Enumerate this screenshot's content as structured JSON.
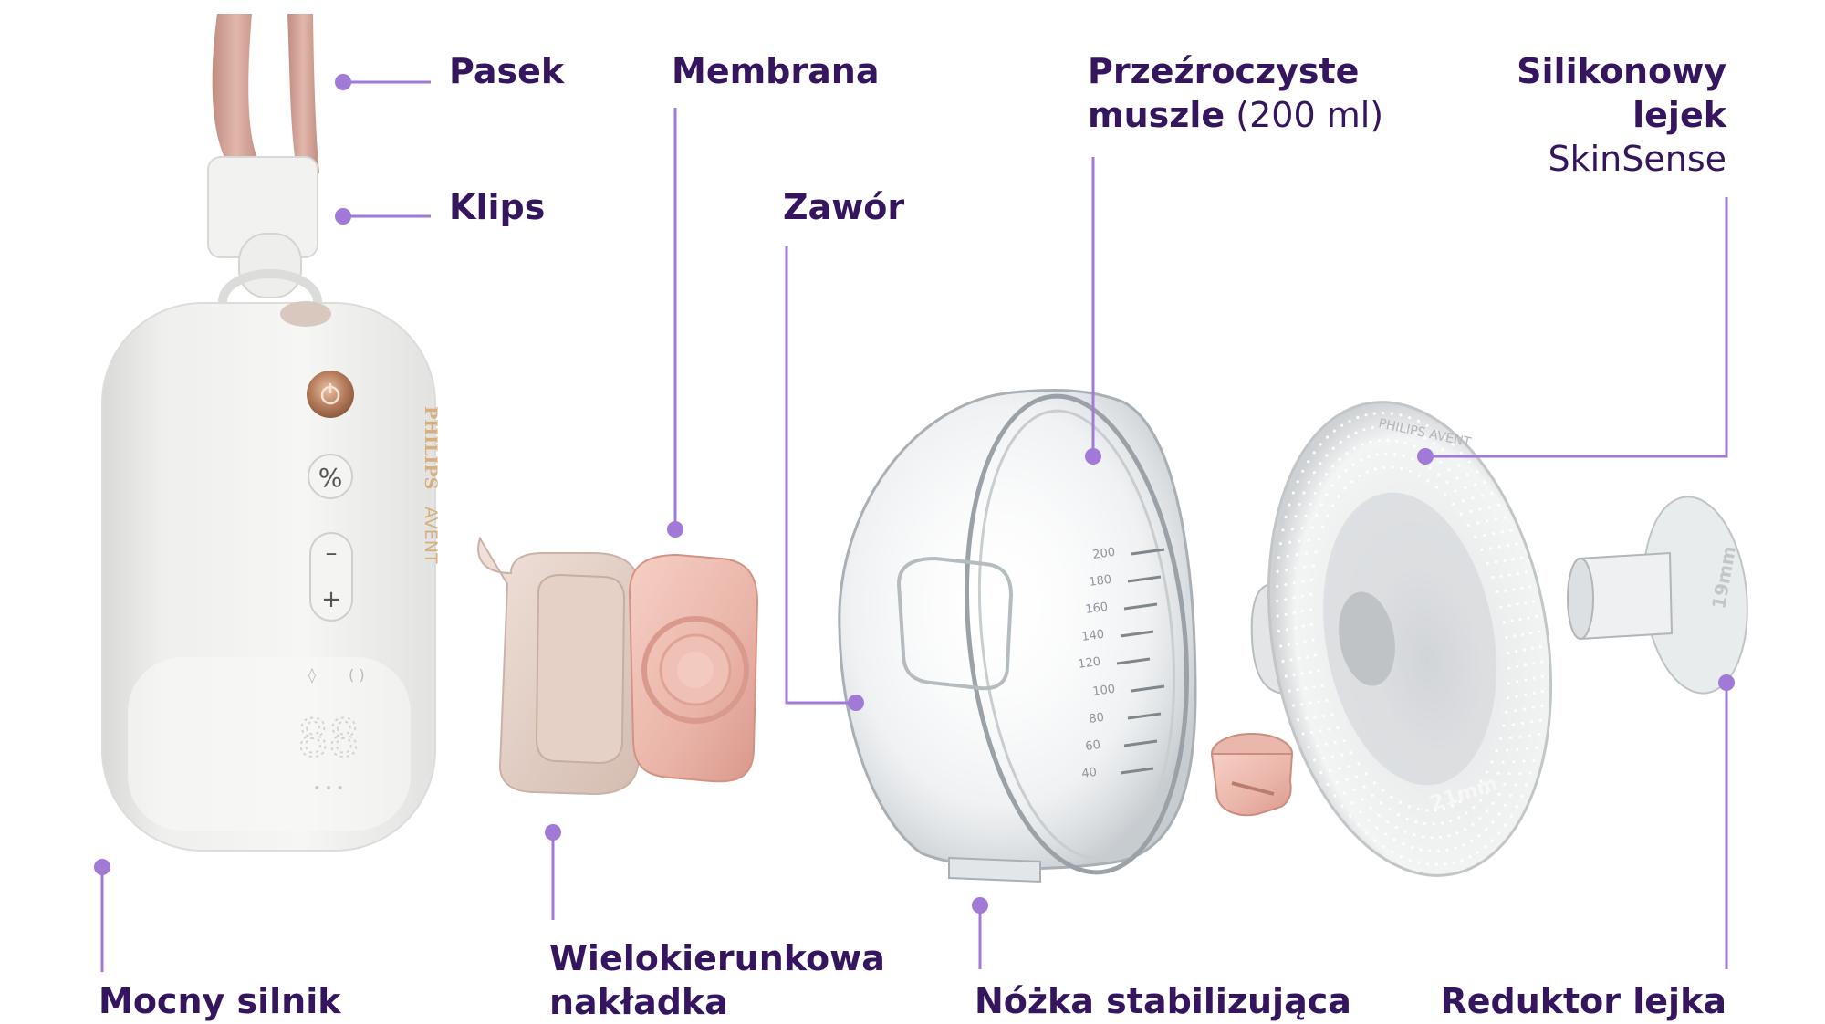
{
  "colors": {
    "label_text": "#35155d",
    "leader_line": "#a179d6",
    "leader_dot": "#a179d6",
    "device_body": "#f1f1f0",
    "strap": "#d6a79c",
    "membrane_pink": "#eebbb0",
    "cap_beige": "#e9d6cc",
    "copper": "#b57d5c"
  },
  "device": {
    "brand_top": "PHILIPS",
    "brand_bottom": "AVENT",
    "minus": "–",
    "plus": "+",
    "percent": "%",
    "display": "88"
  },
  "shell": {
    "scale": [
      "200",
      "180",
      "160",
      "140",
      "120",
      "100",
      "80",
      "60",
      "40"
    ]
  },
  "flange": {
    "brand": "PHILIPS AVENT",
    "size": "21mm"
  },
  "reducer": {
    "size": "19mm"
  },
  "labels": {
    "pasek": "Pasek",
    "klips": "Klips",
    "membrana": "Membrana",
    "zawor": "Zawór",
    "muszle_l1": "Przeźroczyste",
    "muszle_l2": "muszle",
    "muszle_l2_normal": " (200 ml)",
    "lejek_l1": "Silikonowy",
    "lejek_l2": "lejek",
    "lejek_l3": "SkinSense",
    "silnik": "Mocny silnik",
    "nakladka_l1": "Wielokierunkowa",
    "nakladka_l2": "nakładka",
    "nozka": "Nóżka stabilizująca",
    "reduktor": "Reduktor lejka"
  }
}
